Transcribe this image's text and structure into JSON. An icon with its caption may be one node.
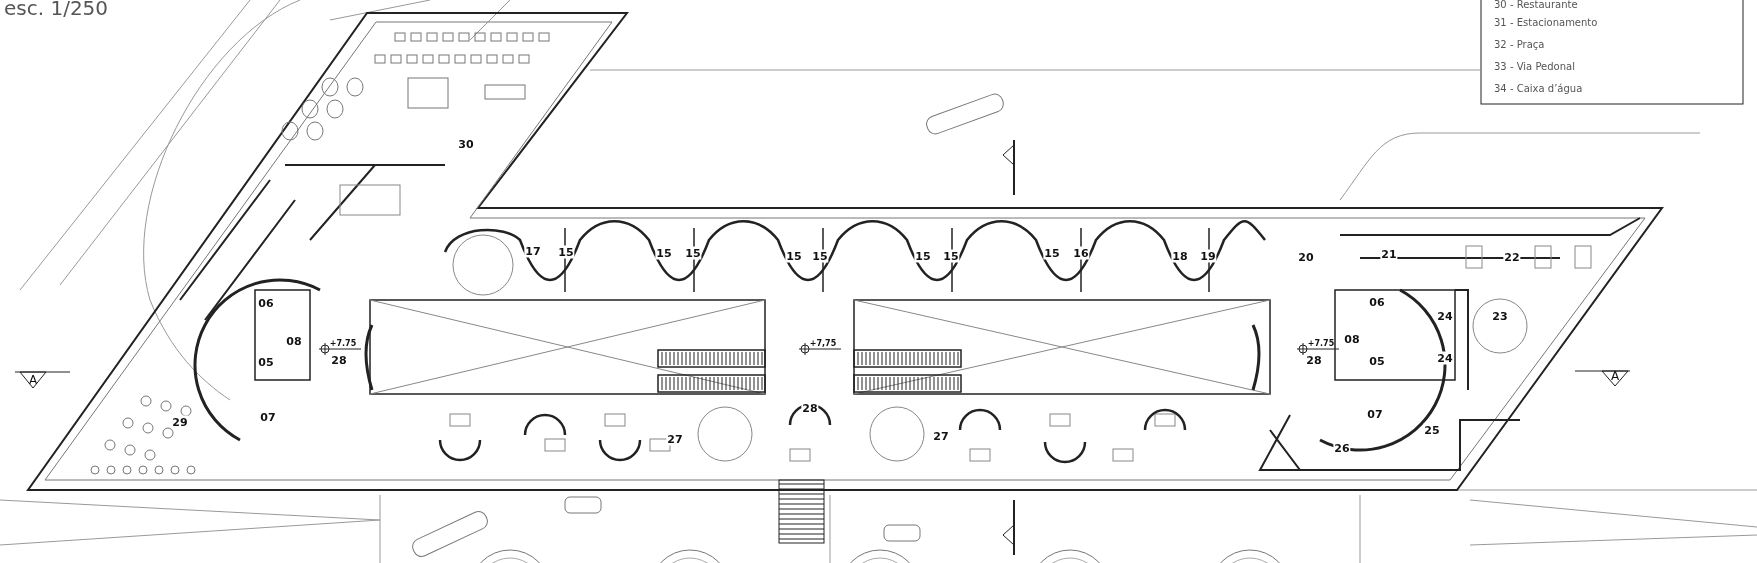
{
  "diagram": {
    "labels": [
      "esc. 1/250",
      "30 - Restaurante",
      "31 - Estacionamento",
      "32 - Praça",
      "33 - Via Pedonal",
      "34 - Caixa d’água",
      "30",
      "17",
      "15",
      "15",
      "15",
      "15",
      "15",
      "15",
      "15",
      "15",
      "16",
      "18",
      "19",
      "20",
      "21",
      "22",
      "06",
      "06",
      "24",
      "23",
      "08",
      "+7.75",
      "+7,75",
      "+7.75",
      "08",
      "05",
      "28",
      "28",
      "05",
      "24",
      "A",
      "A",
      "28",
      "07",
      "07",
      "29",
      "25",
      "27",
      "27",
      "26"
    ]
  }
}
